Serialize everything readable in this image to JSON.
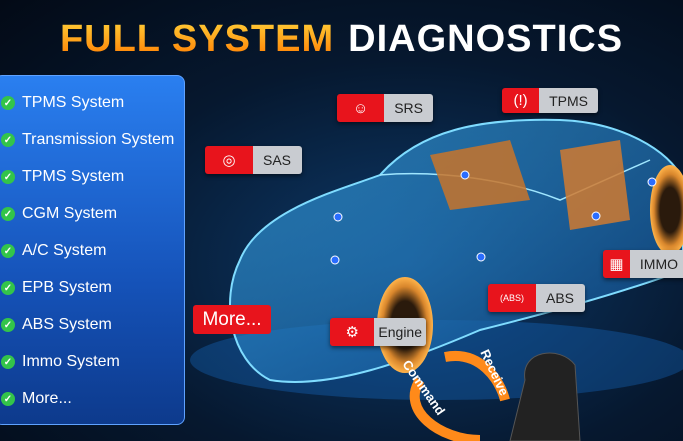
{
  "title": {
    "part1": "FULL SYSTEM",
    "part2": "DIAGNOSTICS"
  },
  "systems": [
    "TPMS System",
    "Transmission System",
    "TPMS System",
    "CGM System",
    "A/C System",
    "EPB System",
    "ABS System",
    "Immo System",
    "More..."
  ],
  "tags": {
    "srs": "SRS",
    "tpms": "TPMS",
    "sas": "SAS",
    "immo": "IMMO",
    "abs": "ABS",
    "engine": "Engine",
    "more": "More..."
  },
  "arrows": {
    "command": "Command",
    "receive": "Receive"
  },
  "colors": {
    "accent": "#e8141c",
    "panel": "#1f6ae0",
    "check": "#33c44a"
  }
}
